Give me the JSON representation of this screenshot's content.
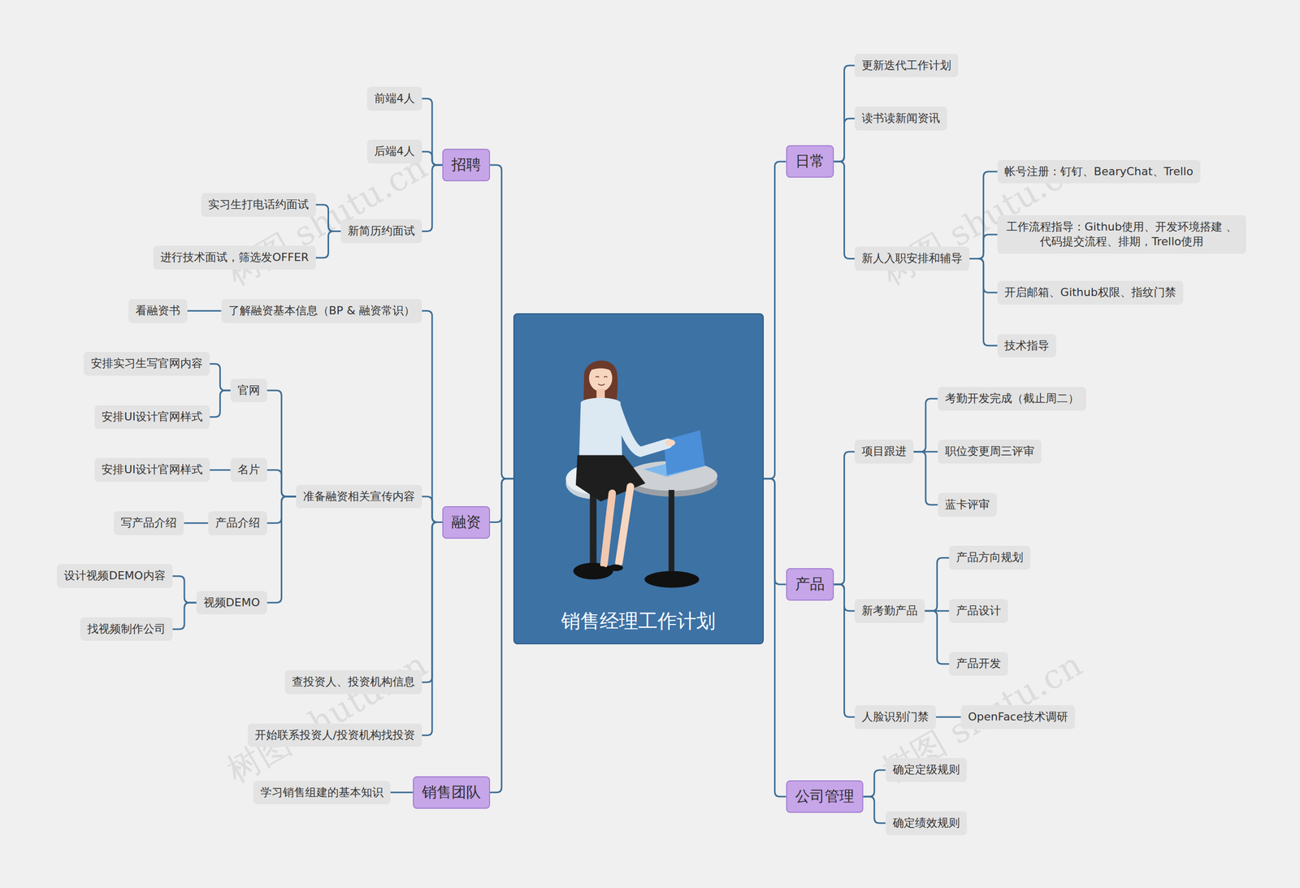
{
  "diagram": {
    "nodes": [
      {
        "text": [
          "销售经理工作计划"
        ]
      },
      {
        "text": [
          "招聘"
        ]
      },
      {
        "text": [
          "前端4人"
        ]
      },
      {
        "text": [
          "后端4人"
        ]
      },
      {
        "text": [
          "新简历约面试"
        ]
      },
      {
        "text": [
          "实习生打电话约面试"
        ]
      },
      {
        "text": [
          "进行技术面试，筛选发OFFER"
        ]
      },
      {
        "text": [
          "融资"
        ]
      },
      {
        "text": [
          "了解融资基本信息（BP & 融资常识）"
        ]
      },
      {
        "text": [
          "看融资书"
        ]
      },
      {
        "text": [
          "准备融资相关宣传内容"
        ]
      },
      {
        "text": [
          "官网"
        ]
      },
      {
        "text": [
          "安排实习生写官网内容"
        ]
      },
      {
        "text": [
          "安排UI设计官网样式"
        ]
      },
      {
        "text": [
          "名片"
        ]
      },
      {
        "text": [
          "安排UI设计官网样式"
        ]
      },
      {
        "text": [
          "产品介绍"
        ]
      },
      {
        "text": [
          "写产品介绍"
        ]
      },
      {
        "text": [
          "视频DEMO"
        ]
      },
      {
        "text": [
          "设计视频DEMO内容"
        ]
      },
      {
        "text": [
          "找视频制作公司"
        ]
      },
      {
        "text": [
          "查投资人、投资机构信息"
        ]
      },
      {
        "text": [
          "开始联系投资人/投资机构找投资"
        ]
      },
      {
        "text": [
          "销售团队"
        ]
      },
      {
        "text": [
          "学习销售组建的基本知识"
        ]
      },
      {
        "text": [
          "日常"
        ]
      },
      {
        "text": [
          "更新迭代工作计划"
        ]
      },
      {
        "text": [
          "读书读新闻资讯"
        ]
      },
      {
        "text": [
          "新人入职安排和辅导"
        ]
      },
      {
        "text": [
          "帐号注册：钉钉、BearyChat、Trello"
        ]
      },
      {
        "text": [
          "工作流程指导：Github使用、开发环境搭建 、代码提交流程、排期，Trello使用"
        ]
      },
      {
        "text": [
          "开启邮箱、Github权限、指纹门禁"
        ]
      },
      {
        "text": [
          "技术指导"
        ]
      },
      {
        "text": [
          "产品"
        ]
      },
      {
        "text": [
          "项目跟进"
        ]
      },
      {
        "text": [
          "考勤开发完成（截止周二）"
        ]
      },
      {
        "text": [
          "职位变更周三评审"
        ]
      },
      {
        "text": [
          "蓝卡评审"
        ]
      },
      {
        "text": [
          "新考勤产品"
        ]
      },
      {
        "text": [
          "产品方向规划"
        ]
      },
      {
        "text": [
          "产品设计"
        ]
      },
      {
        "text": [
          "产品开发"
        ]
      },
      {
        "text": [
          "人脸识别门禁"
        ]
      },
      {
        "text": [
          "OpenFace技术调研"
        ]
      },
      {
        "text": [
          "公司管理"
        ]
      },
      {
        "text": [
          "确定定级规则"
        ]
      },
      {
        "text": [
          "确定绩效规则"
        ]
      }
    ],
    "edges": [
      {
        "from": 0,
        "to": 1,
        "arrow": "none"
      },
      {
        "from": 1,
        "to": 2,
        "arrow": "none"
      },
      {
        "from": 1,
        "to": 3,
        "arrow": "none"
      },
      {
        "from": 1,
        "to": 4,
        "arrow": "none"
      },
      {
        "from": 4,
        "to": 5,
        "arrow": "none"
      },
      {
        "from": 4,
        "to": 6,
        "arrow": "none"
      },
      {
        "from": 0,
        "to": 7,
        "arrow": "none"
      },
      {
        "from": 7,
        "to": 8,
        "arrow": "none"
      },
      {
        "from": 8,
        "to": 9,
        "arrow": "none"
      },
      {
        "from": 7,
        "to": 10,
        "arrow": "none"
      },
      {
        "from": 10,
        "to": 11,
        "arrow": "none"
      },
      {
        "from": 11,
        "to": 12,
        "arrow": "none"
      },
      {
        "from": 11,
        "to": 13,
        "arrow": "none"
      },
      {
        "from": 10,
        "to": 14,
        "arrow": "none"
      },
      {
        "from": 14,
        "to": 15,
        "arrow": "none"
      },
      {
        "from": 10,
        "to": 16,
        "arrow": "none"
      },
      {
        "from": 16,
        "to": 17,
        "arrow": "none"
      },
      {
        "from": 10,
        "to": 18,
        "arrow": "none"
      },
      {
        "from": 18,
        "to": 19,
        "arrow": "none"
      },
      {
        "from": 18,
        "to": 20,
        "arrow": "none"
      },
      {
        "from": 7,
        "to": 21,
        "arrow": "none"
      },
      {
        "from": 7,
        "to": 22,
        "arrow": "none"
      },
      {
        "from": 0,
        "to": 23,
        "arrow": "none"
      },
      {
        "from": 23,
        "to": 24,
        "arrow": "none"
      },
      {
        "from": 0,
        "to": 25,
        "arrow": "none"
      },
      {
        "from": 25,
        "to": 26,
        "arrow": "none"
      },
      {
        "from": 25,
        "to": 27,
        "arrow": "none"
      },
      {
        "from": 25,
        "to": 28,
        "arrow": "none"
      },
      {
        "from": 28,
        "to": 29,
        "arrow": "none"
      },
      {
        "from": 28,
        "to": 30,
        "arrow": "none"
      },
      {
        "from": 28,
        "to": 31,
        "arrow": "none"
      },
      {
        "from": 28,
        "to": 32,
        "arrow": "none"
      },
      {
        "from": 0,
        "to": 33,
        "arrow": "none"
      },
      {
        "from": 33,
        "to": 34,
        "arrow": "none"
      },
      {
        "from": 34,
        "to": 35,
        "arrow": "none"
      },
      {
        "from": 34,
        "to": 36,
        "arrow": "none"
      },
      {
        "from": 34,
        "to": 37,
        "arrow": "none"
      },
      {
        "from": 33,
        "to": 38,
        "arrow": "none"
      },
      {
        "from": 38,
        "to": 39,
        "arrow": "none"
      },
      {
        "from": 38,
        "to": 40,
        "arrow": "none"
      },
      {
        "from": 38,
        "to": 41,
        "arrow": "none"
      },
      {
        "from": 33,
        "to": 42,
        "arrow": "none"
      },
      {
        "from": 42,
        "to": 43,
        "arrow": "none"
      },
      {
        "from": 0,
        "to": 44,
        "arrow": "none"
      },
      {
        "from": 44,
        "to": 45,
        "arrow": "none"
      },
      {
        "from": 44,
        "to": 46,
        "arrow": "none"
      }
    ],
    "labels": [
      "树图 shutu.cn",
      "树图 shutu.cn",
      "树图 shutu.cn",
      "树图 shutu.cn"
    ]
  }
}
